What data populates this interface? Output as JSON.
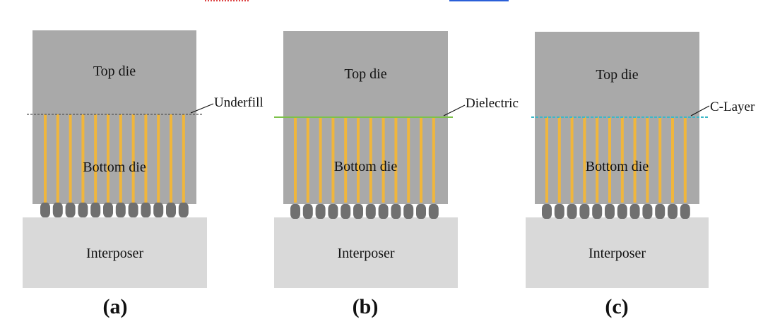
{
  "figure": {
    "panels": [
      {
        "id": "a",
        "letter": "(a)",
        "top_die": "Top die",
        "bottom_die": "Bottom die",
        "interposer": "Interposer",
        "bond_layer_label": "Underfill",
        "bond_layer_color": "#555555",
        "tsv_count": 12,
        "bump_count": 12
      },
      {
        "id": "b",
        "letter": "(b)",
        "top_die": "Top die",
        "bottom_die": "Bottom die",
        "interposer": "Interposer",
        "bond_layer_label": "Dielectric",
        "bond_layer_color": "#7dc24a",
        "tsv_count": 12,
        "bump_count": 12
      },
      {
        "id": "c",
        "letter": "(c)",
        "top_die": "Top die",
        "bottom_die": "Bottom die",
        "interposer": "Interposer",
        "bond_layer_label": "C-Layer",
        "bond_layer_color": "#3cb8c8",
        "tsv_count": 12,
        "bump_count": 12
      }
    ],
    "colors": {
      "die": "#a9a9a9",
      "interposer": "#d9d9d9",
      "tsv": "#f0b63c",
      "bump": "#707070"
    }
  }
}
